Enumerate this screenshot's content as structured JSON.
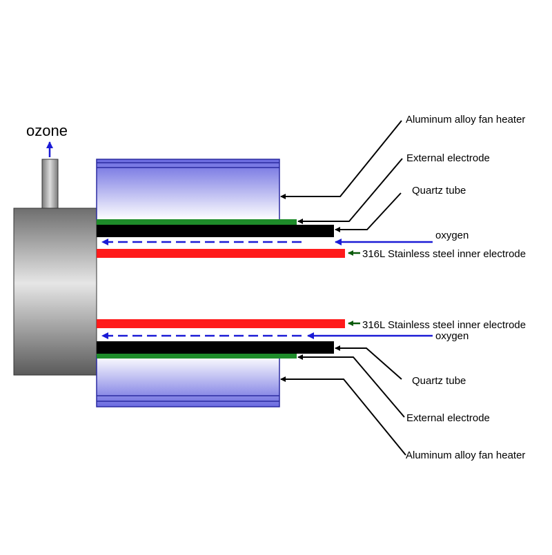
{
  "outlet_label": "ozone",
  "labels": {
    "upper": {
      "heater": "Aluminum alloy fan heater",
      "external_electrode": "External electrode",
      "quartz_tube": "Quartz tube",
      "gas_in": "oxygen",
      "inner_electrode": "316L Stainless steel inner electrode"
    },
    "lower": {
      "inner_electrode": "316L Stainless steel inner electrode",
      "gas_in": "oxygen",
      "quartz_tube": "Quartz tube",
      "external_electrode": "External electrode",
      "heater": "Aluminum alloy fan heater"
    }
  },
  "colors": {
    "heater_edge": "#2a2aa0",
    "heater_fill": "#7a7ae6",
    "external_electrode": "#1e8c2a",
    "quartz_tube": "#000000",
    "inner_electrode": "#ff1a1a",
    "gas_flow": "#1a1ad6",
    "housing": "#8c8c8c",
    "leader": "#000000"
  }
}
